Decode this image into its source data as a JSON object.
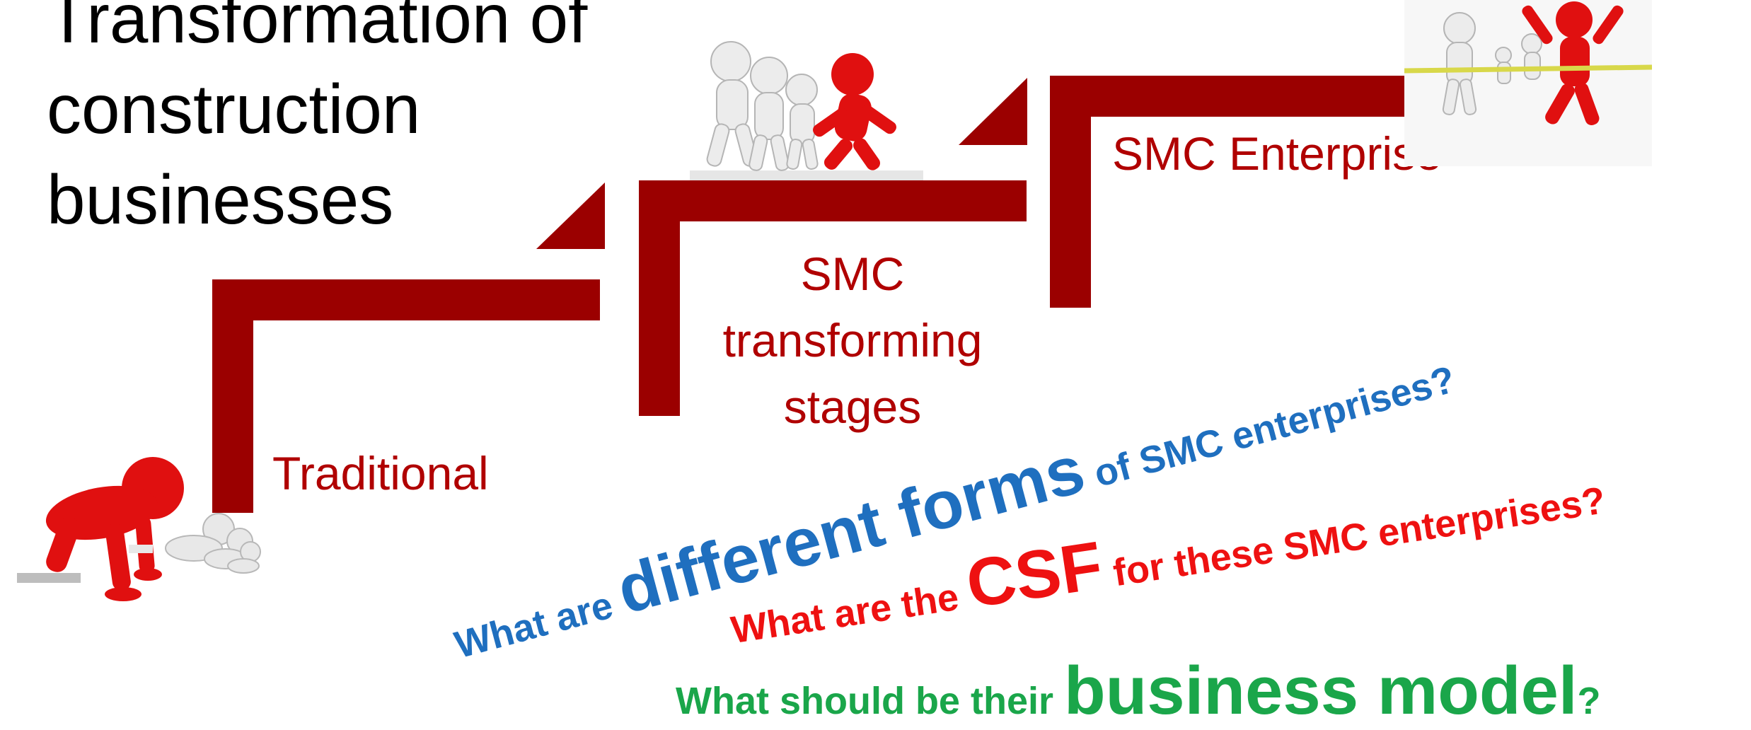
{
  "title": {
    "lines": [
      "Transformation of",
      "construction",
      "businesses"
    ]
  },
  "stages": {
    "traditional": "Traditional",
    "transforming": [
      "SMC",
      "transforming",
      "stages"
    ],
    "enterprise": "SMC Enterprise"
  },
  "questions": {
    "forms": {
      "prefix": "What are ",
      "highlight": "different forms",
      "suffix": " of SMC enterprises?",
      "color": "#1f6fbf"
    },
    "csf": {
      "prefix": "What are the ",
      "highlight": "CSF",
      "suffix": " for these SMC enterprises?",
      "color": "#ee1111"
    },
    "model": {
      "prefix": "What should be their ",
      "highlight": "business model",
      "suffix": "?",
      "color": "#1aa64a"
    }
  },
  "colors": {
    "stair": "#9b0000",
    "figure_red": "#e01010",
    "figure_white": "#e8e8e8",
    "finish_tape": "#d8d84a"
  },
  "icons": {
    "start_figure": "crouching-runners-illustration",
    "running_group": "running-figures-illustration",
    "winner_group": "finish-line-winner-illustration"
  }
}
